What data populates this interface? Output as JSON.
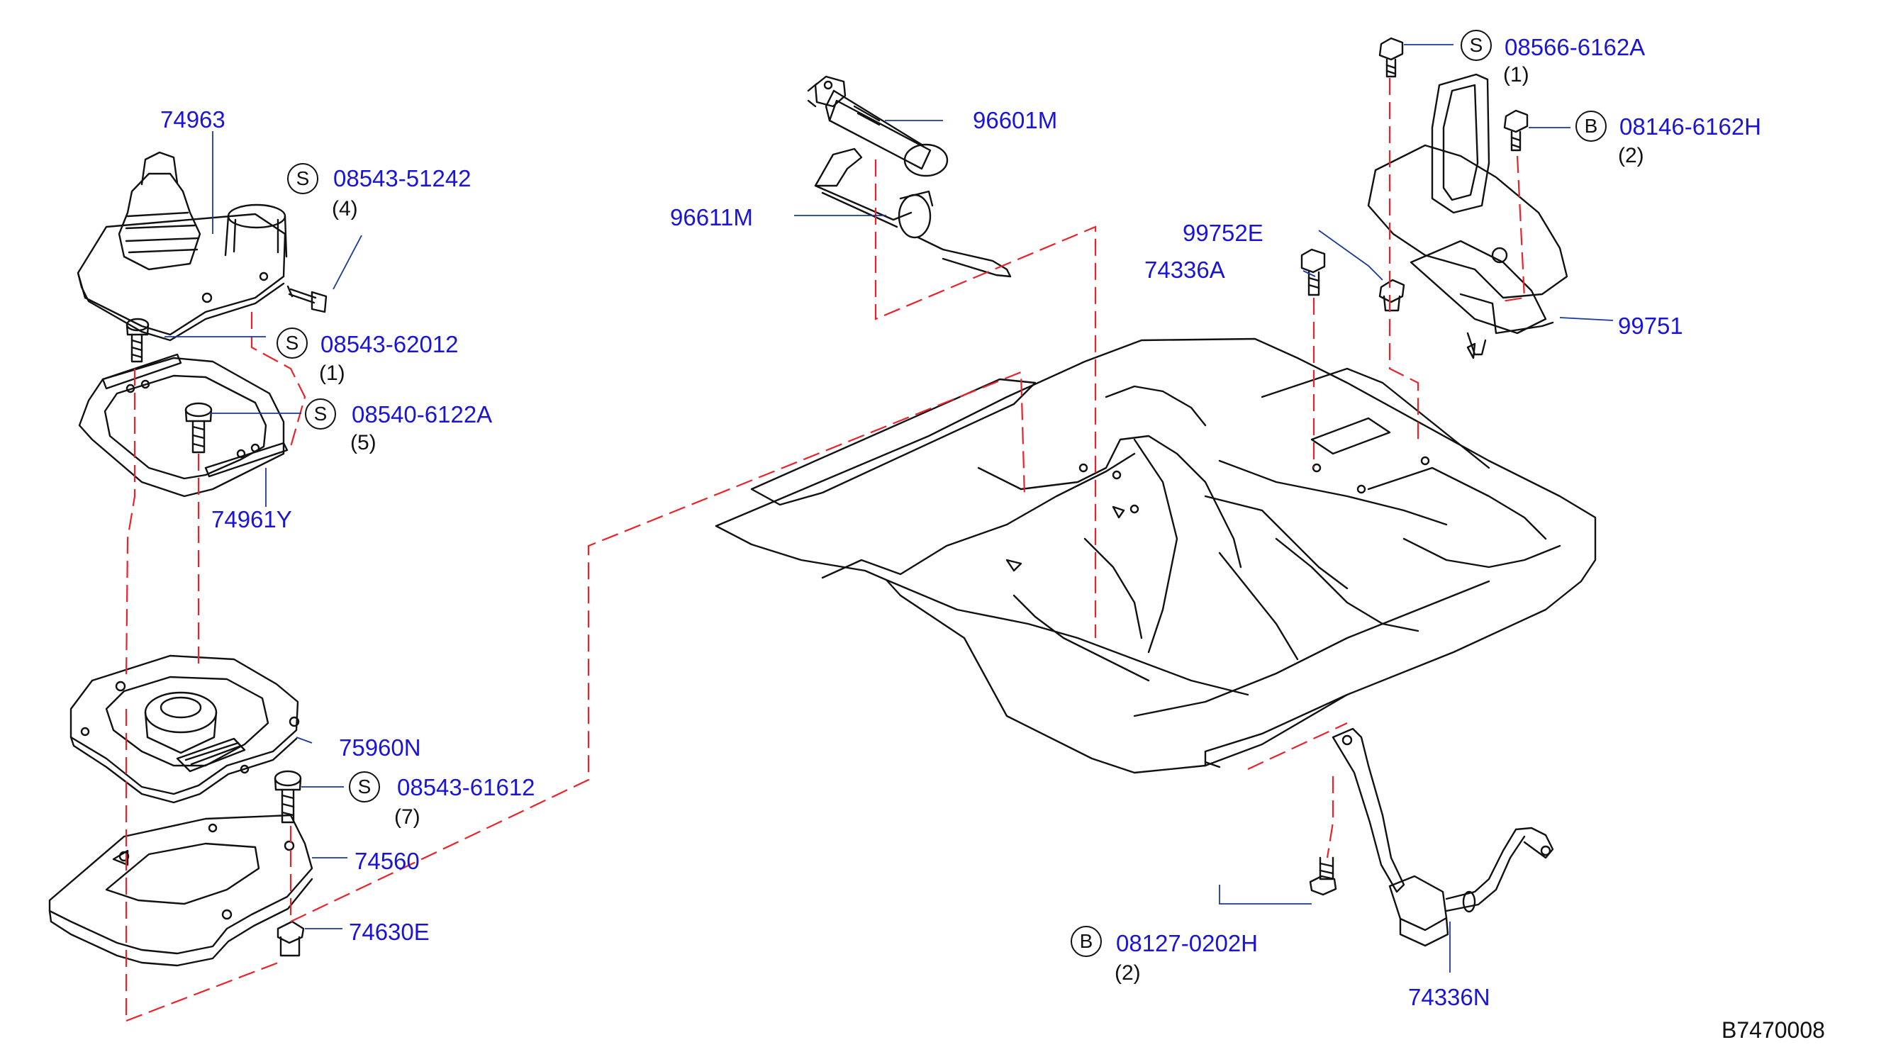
{
  "diagram_code": "B7470008",
  "parts": {
    "p74963": "74963",
    "p08543_51242": "08543-51242",
    "q08543_51242": "(4)",
    "p08543_62012": "08543-62012",
    "q08543_62012": "(1)",
    "p08540_6122A": "08540-6122A",
    "q08540_6122A": "(5)",
    "p74961Y": "74961Y",
    "p75960N": "75960N",
    "p08543_61612": "08543-61612",
    "q08543_61612": "(7)",
    "p74560": "74560",
    "p74630E": "74630E",
    "p96601M": "96601M",
    "p96611M": "96611M",
    "p99752E": "99752E",
    "p74336A": "74336A",
    "p08566_6162A": "08566-6162A",
    "q08566_6162A": "(1)",
    "p08146_6162H": "08146-6162H",
    "q08146_6162H": "(2)",
    "p99751": "99751",
    "p08127_0202H": "08127-0202H",
    "q08127_0202H": "(2)",
    "p74336N": "74336N"
  },
  "badges": {
    "s": "S",
    "b": "B"
  },
  "colors": {
    "part_label": "#1a14d6",
    "leader_dash": "#e8232a",
    "line_art": "#111111"
  }
}
